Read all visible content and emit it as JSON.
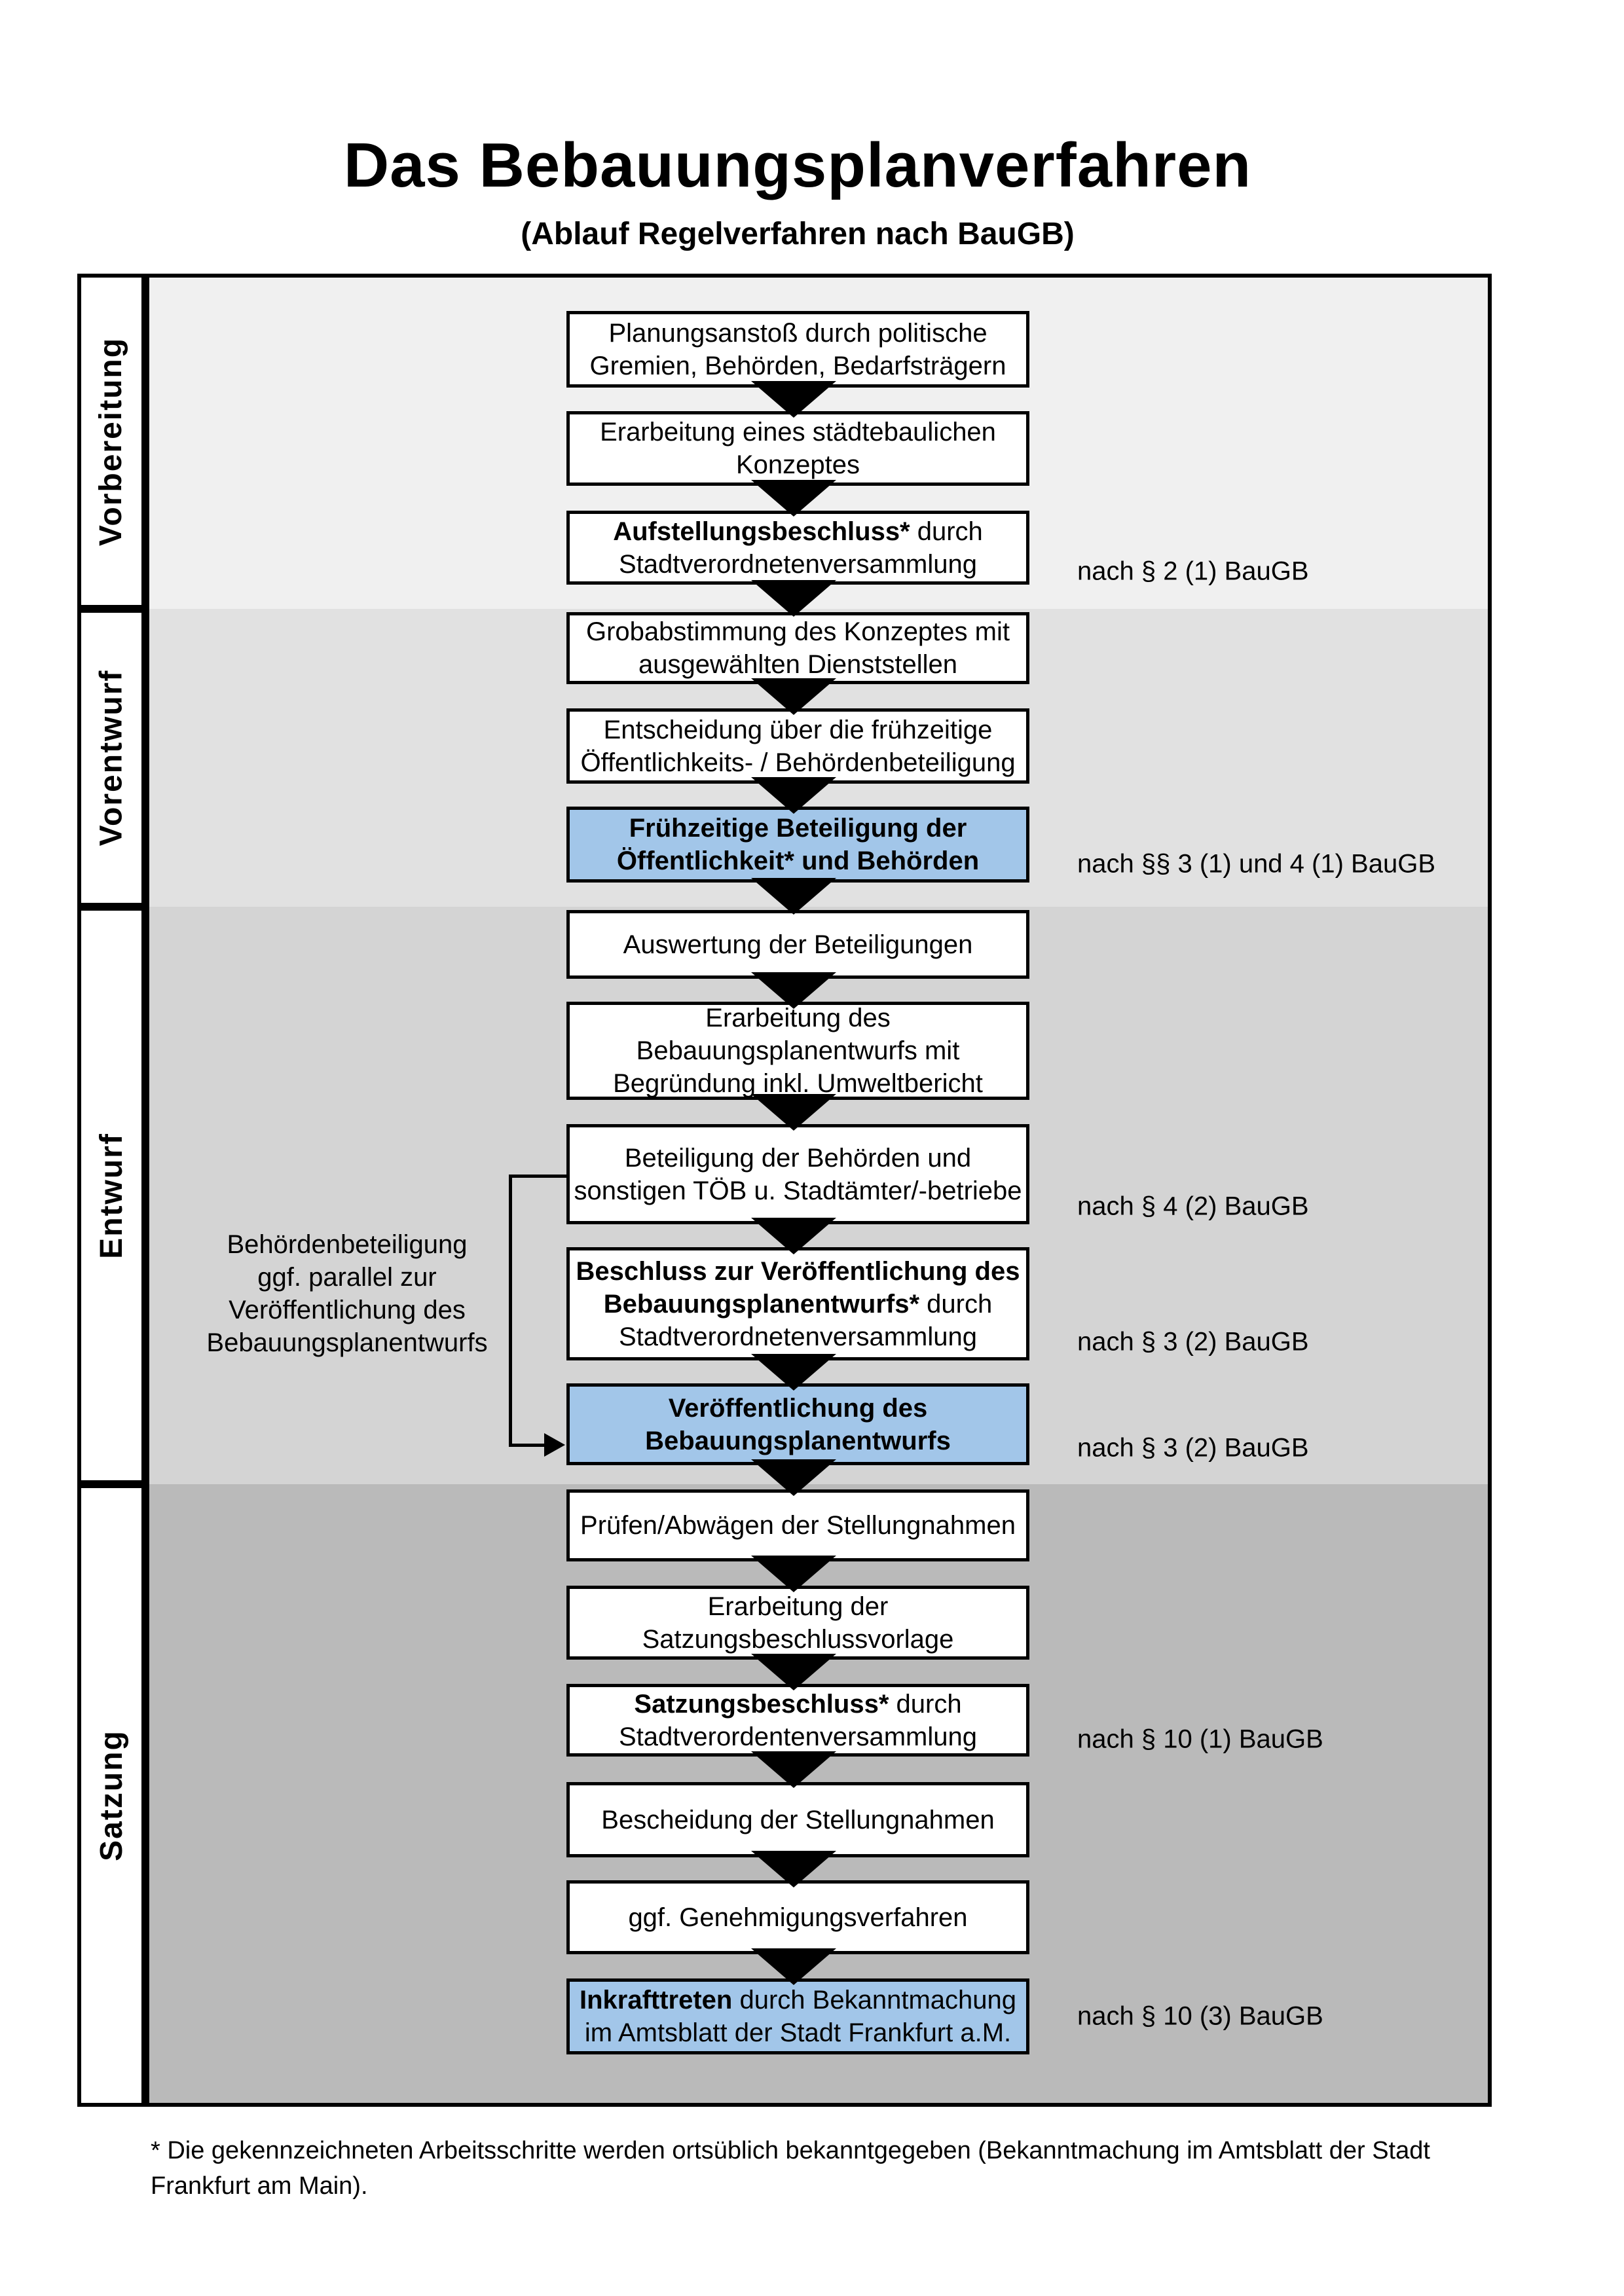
{
  "title": "Das Bebauungsplanverfahren",
  "subtitle": "(Ablauf Regelverfahren nach BauGB)",
  "sections": [
    {
      "label": "Vorbereitung"
    },
    {
      "label": "Vorentwurf"
    },
    {
      "label": "Entwurf"
    },
    {
      "label": "Satzung"
    }
  ],
  "boxes": [
    {
      "highlight": false,
      "lines": [
        [
          {
            "t": "Planungsanstoß durch politische",
            "b": false
          }
        ],
        [
          {
            "t": "Gremien, Behörden, Bedarfsträgern",
            "b": false
          }
        ]
      ]
    },
    {
      "highlight": false,
      "lines": [
        [
          {
            "t": "Erarbeitung eines städtebaulichen",
            "b": false
          }
        ],
        [
          {
            "t": "Konzeptes",
            "b": false
          }
        ]
      ]
    },
    {
      "highlight": false,
      "lines": [
        [
          {
            "t": "Aufstellungsbeschluss*",
            "b": true
          },
          {
            "t": " durch",
            "b": false
          }
        ],
        [
          {
            "t": "Stadtverordnetenversammlung",
            "b": false
          }
        ]
      ]
    },
    {
      "highlight": false,
      "lines": [
        [
          {
            "t": "Grobabstimmung des Konzeptes mit",
            "b": false
          }
        ],
        [
          {
            "t": "ausgewählten Dienststellen",
            "b": false
          }
        ]
      ]
    },
    {
      "highlight": false,
      "lines": [
        [
          {
            "t": "Entscheidung über die frühzeitige",
            "b": false
          }
        ],
        [
          {
            "t": "Öffentlichkeits- / Behördenbeteiligung",
            "b": false
          }
        ]
      ]
    },
    {
      "highlight": true,
      "lines": [
        [
          {
            "t": "Frühzeitige Beteiligung der",
            "b": true
          }
        ],
        [
          {
            "t": "Öffentlichkeit* und Behörden",
            "b": true
          }
        ]
      ]
    },
    {
      "highlight": false,
      "lines": [
        [
          {
            "t": "Auswertung der Beteiligungen",
            "b": false
          }
        ]
      ]
    },
    {
      "highlight": false,
      "lines": [
        [
          {
            "t": "Erarbeitung des",
            "b": false
          }
        ],
        [
          {
            "t": "Bebauungsplanentwurfs mit",
            "b": false
          }
        ],
        [
          {
            "t": "Begründung inkl. Umweltbericht",
            "b": false
          }
        ]
      ]
    },
    {
      "highlight": false,
      "lines": [
        [
          {
            "t": "Beteiligung der Behörden und",
            "b": false
          }
        ],
        [
          {
            "t": "sonstigen TÖB u. Stadtämter/-betriebe",
            "b": false
          }
        ]
      ]
    },
    {
      "highlight": false,
      "lines": [
        [
          {
            "t": "Beschluss zur Veröffentlichung des",
            "b": true
          }
        ],
        [
          {
            "t": "Bebauungsplanentwurfs*",
            "b": true
          },
          {
            "t": " durch",
            "b": false
          }
        ],
        [
          {
            "t": "Stadtverordnetenversammlung",
            "b": false
          }
        ]
      ]
    },
    {
      "highlight": true,
      "lines": [
        [
          {
            "t": "Veröffentlichung des",
            "b": true
          }
        ],
        [
          {
            "t": "Bebauungsplanentwurfs",
            "b": true
          }
        ]
      ]
    },
    {
      "highlight": false,
      "lines": [
        [
          {
            "t": "Prüfen/Abwägen der Stellungnahmen",
            "b": false
          }
        ]
      ]
    },
    {
      "highlight": false,
      "lines": [
        [
          {
            "t": "Erarbeitung der",
            "b": false
          }
        ],
        [
          {
            "t": "Satzungsbeschlussvorlage",
            "b": false
          }
        ]
      ]
    },
    {
      "highlight": false,
      "lines": [
        [
          {
            "t": "Satzungsbeschluss*",
            "b": true
          },
          {
            "t": " durch",
            "b": false
          }
        ],
        [
          {
            "t": "Stadtverordentenversammlung",
            "b": false
          }
        ]
      ]
    },
    {
      "highlight": false,
      "lines": [
        [
          {
            "t": "Bescheidung der Stellungnahmen",
            "b": false
          }
        ]
      ]
    },
    {
      "highlight": false,
      "lines": [
        [
          {
            "t": "ggf. Genehmigungsverfahren",
            "b": false
          }
        ]
      ]
    },
    {
      "highlight": true,
      "lines": [
        [
          {
            "t": "Inkrafttreten",
            "b": true
          },
          {
            "t": " durch Bekanntmachung",
            "b": false
          }
        ],
        [
          {
            "t": "im Amtsblatt der Stadt Frankfurt a.M.",
            "b": false
          }
        ]
      ]
    }
  ],
  "annotations": [
    "nach § 2 (1) BauGB",
    "nach §§ 3 (1) und 4 (1) BauGB",
    "nach § 4 (2) BauGB",
    "nach § 3 (2) BauGB",
    "nach § 3 (2) BauGB",
    "nach § 10 (1) BauGB",
    "nach § 10 (3) BauGB"
  ],
  "side_note": {
    "lines": [
      "Behördenbeteiligung",
      "ggf. parallel zur",
      "Veröffentlichung des",
      "Bebauungsplanentwurfs"
    ]
  },
  "footnote": {
    "line1": "* Die gekennzeichneten Arbeitsschritte werden ortsüblich bekanntgegeben (Bekanntmachung im Amtsblatt  der Stadt",
    "line2": "Frankfurt am Main)."
  },
  "colors": {
    "highlight": "#a2c6e9",
    "bands": [
      "#f0f0f0",
      "#e1e1e1",
      "#d4d4d4",
      "#bababa"
    ],
    "line": "#000000"
  }
}
